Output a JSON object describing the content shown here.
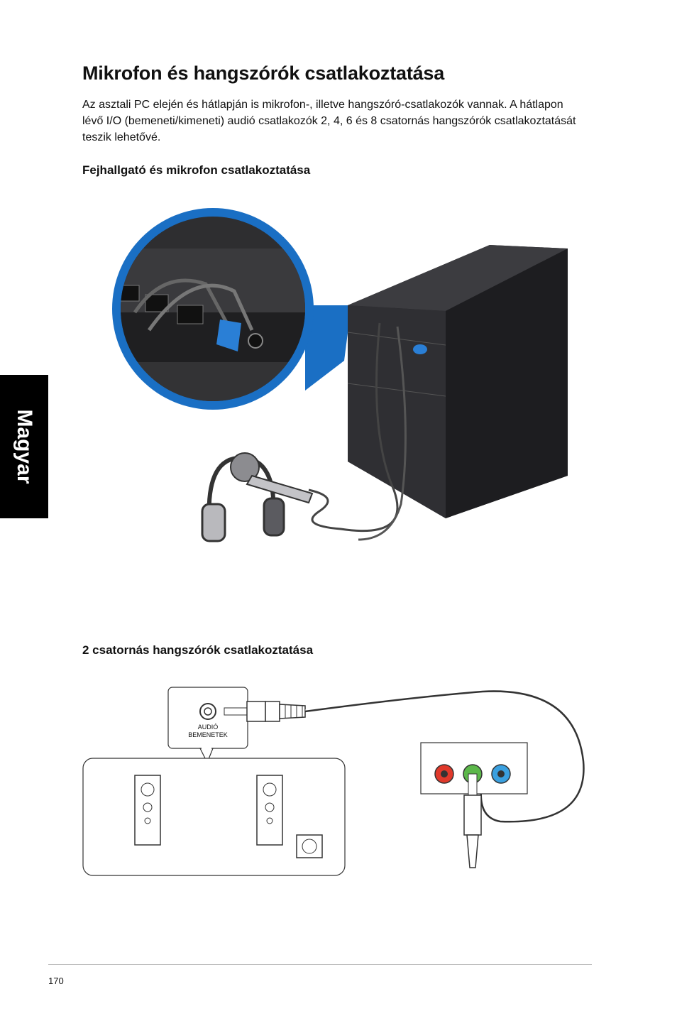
{
  "side_tab": {
    "label": "Magyar"
  },
  "title": "Mikrofon és hangszórók csatlakoztatása",
  "intro": "Az asztali PC elején és hátlapján is mikrofon-, illetve hangszóró-csatlakozók vannak. A hátlapon lévő I/O (bemeneti/kimeneti) audió csatlakozók 2, 4, 6 és 8 csatornás hangszórók csatlakoztatását teszik lehetővé.",
  "section1": {
    "heading": "Fejhallgató és mikrofon csatlakoztatása"
  },
  "section2": {
    "heading": "2 csatornás hangszórók csatlakoztatása",
    "callout_line1": "AUDIÓ",
    "callout_line2": "BEMENETEK"
  },
  "colors": {
    "accent_blue": "#1a6fc4",
    "jack_red": "#e0392b",
    "jack_green": "#5cb84a",
    "jack_blue": "#3aa0e0"
  },
  "page_number": "170"
}
